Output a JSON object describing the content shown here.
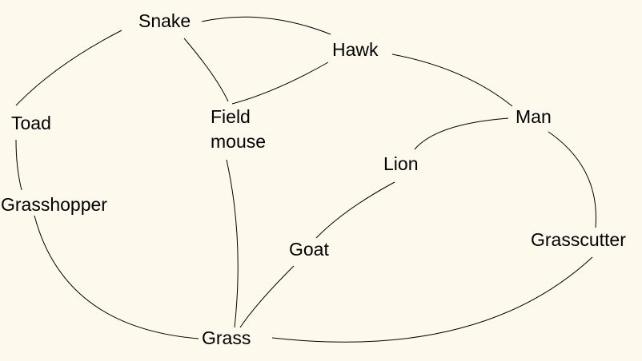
{
  "nodes": {
    "snake": "Snake",
    "hawk": "Hawk",
    "toad": "Toad",
    "field_mouse": [
      "Field",
      "mouse"
    ],
    "man": "Man",
    "lion": "Lion",
    "grasshopper": "Grasshopper",
    "goat": "Goat",
    "grasscutter": "Grasscutter",
    "grass": "Grass"
  },
  "links": [
    {
      "from": "Snake",
      "to": "Hawk"
    },
    {
      "from": "Snake",
      "to": "Toad"
    },
    {
      "from": "Snake",
      "to": "Field mouse"
    },
    {
      "from": "Hawk",
      "to": "Field mouse"
    },
    {
      "from": "Hawk",
      "to": "Man"
    },
    {
      "from": "Toad",
      "to": "Grasshopper"
    },
    {
      "from": "Grasshopper",
      "to": "Grass"
    },
    {
      "from": "Field mouse",
      "to": "Grass"
    },
    {
      "from": "Man",
      "to": "Lion"
    },
    {
      "from": "Lion",
      "to": "Goat"
    },
    {
      "from": "Goat",
      "to": "Grass"
    },
    {
      "from": "Man",
      "to": "Grasscutter"
    },
    {
      "from": "Grasscutter",
      "to": "Grass"
    }
  ],
  "colors": {
    "background": "#fdf9ec",
    "ink": "#000000"
  }
}
